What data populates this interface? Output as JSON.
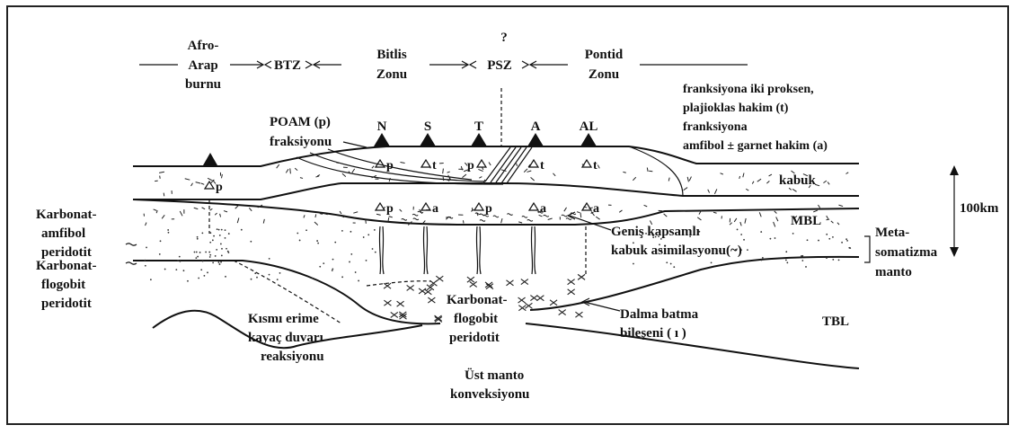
{
  "zones": {
    "afro": [
      "Afro-",
      "Arap",
      "burnu"
    ],
    "btz": "BTZ",
    "bitlis": [
      "Bitlis",
      "Zonu"
    ],
    "question": "?",
    "psz": "PSZ",
    "pontid": [
      "Pontid",
      "Zonu"
    ]
  },
  "volcano_labels": [
    "N",
    "S",
    "T",
    "A",
    "AL"
  ],
  "poam": [
    "POAM (p)",
    "fraksiyonu"
  ],
  "legend_right": [
    "franksiyona iki proksen,",
    "plajioklas hakim (t)",
    "franksiyona",
    "amfibol ± garnet hakim (a)"
  ],
  "crust_marks": {
    "upper": [
      "p",
      "t",
      "p",
      "t",
      "t"
    ],
    "lower": [
      "p",
      "a",
      "p",
      "a",
      "a"
    ],
    "afro": "p"
  },
  "layers": {
    "kabuk": "kabuk",
    "mbl": "MBL",
    "tbl": "TBL"
  },
  "scale": "100km",
  "metasomatizma": [
    "Meta-",
    "somatizma",
    "manto"
  ],
  "left_labels": {
    "karbonat_amfibol": [
      "Karbonat-",
      "amfibol",
      "peridotit"
    ],
    "karbonat_flogobit": [
      "Karbonat-",
      "flogobit",
      "peridotit"
    ]
  },
  "center_labels": {
    "kismi_erime": [
      "Kısmı erime",
      "kayaç duvarı",
      "reaksiyonu"
    ],
    "karbonat_flogobit_center": [
      "Karbonat-",
      "flogobit",
      "peridotit"
    ],
    "ust_manto": [
      "Üst manto",
      "konveksiyonu"
    ]
  },
  "right_labels": {
    "genis": [
      "Geniş kapsamlı",
      "kabuk asimilasyonu(~)"
    ],
    "dalma": [
      "Dalma batma",
      "bileşeni ( ı )"
    ]
  }
}
